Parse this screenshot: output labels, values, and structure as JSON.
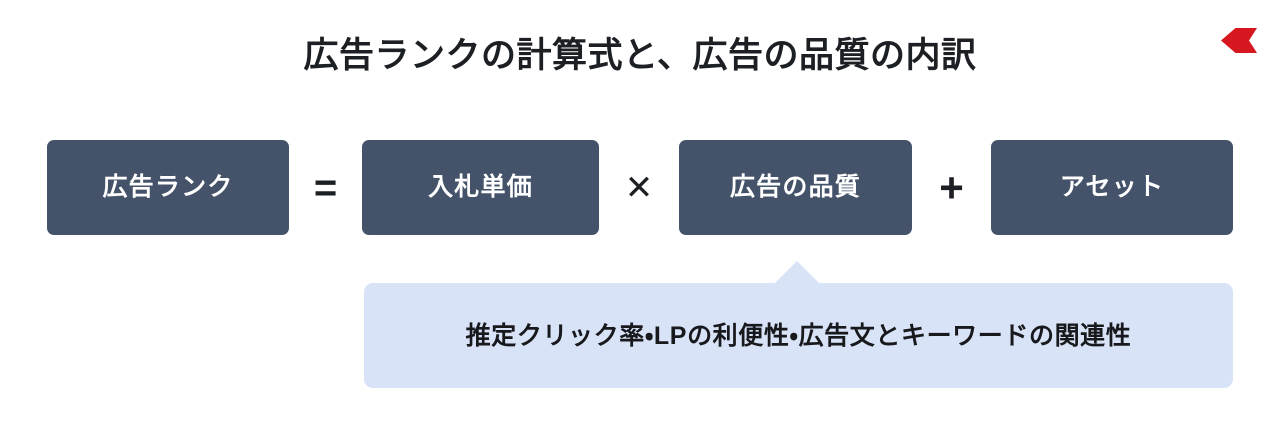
{
  "page": {
    "title": "広告ランクの計算式と、広告の品質の内訳",
    "background_color": "#ffffff"
  },
  "brand": {
    "logo_name": "red-chevron-logo",
    "color": "#d6171f"
  },
  "formula": {
    "terms": [
      {
        "id": "ad-rank",
        "label": "広告ランク",
        "box_color": "#44536a",
        "text_color": "#ffffff"
      },
      {
        "id": "bid-price",
        "label": "入札単価",
        "box_color": "#44536a",
        "text_color": "#ffffff"
      },
      {
        "id": "ad-quality",
        "label": "広告の品質",
        "box_color": "#44536a",
        "text_color": "#ffffff"
      },
      {
        "id": "asset",
        "label": "アセット",
        "box_color": "#44536a",
        "text_color": "#ffffff"
      }
    ],
    "operators": [
      {
        "id": "equals",
        "symbol": "=",
        "name": "equals-operator"
      },
      {
        "id": "multiply",
        "symbol": "✕",
        "name": "multiply-operator"
      },
      {
        "id": "plus",
        "symbol": "+",
        "name": "plus-operator"
      }
    ]
  },
  "callout": {
    "text": "推定クリック率・LPの利便性・広告文とキーワードの関連性",
    "background_color": "#d9e3f8",
    "text_color": "#18191c",
    "points_to": "広告の品質"
  }
}
